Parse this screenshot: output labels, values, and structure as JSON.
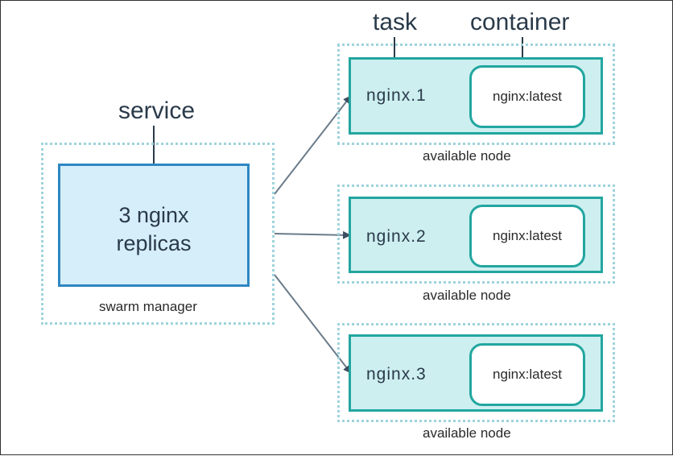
{
  "labels": {
    "service": "service",
    "task": "task",
    "container": "container"
  },
  "manager": {
    "service_line1": "3 nginx",
    "service_line2": "replicas",
    "caption": "swarm manager"
  },
  "nodes": [
    {
      "task": "nginx.1",
      "image": "nginx:latest",
      "caption": "available node"
    },
    {
      "task": "nginx.2",
      "image": "nginx:latest",
      "caption": "available node"
    },
    {
      "task": "nginx.3",
      "image": "nginx:latest",
      "caption": "available node"
    }
  ],
  "colors": {
    "service_fill": "#d6eefa",
    "service_border": "#2e87c2",
    "task_fill": "#cdeff0",
    "task_border": "#22a6a0",
    "dotted_border": "#9fd3dc",
    "arrow": "#6a7b8a"
  }
}
